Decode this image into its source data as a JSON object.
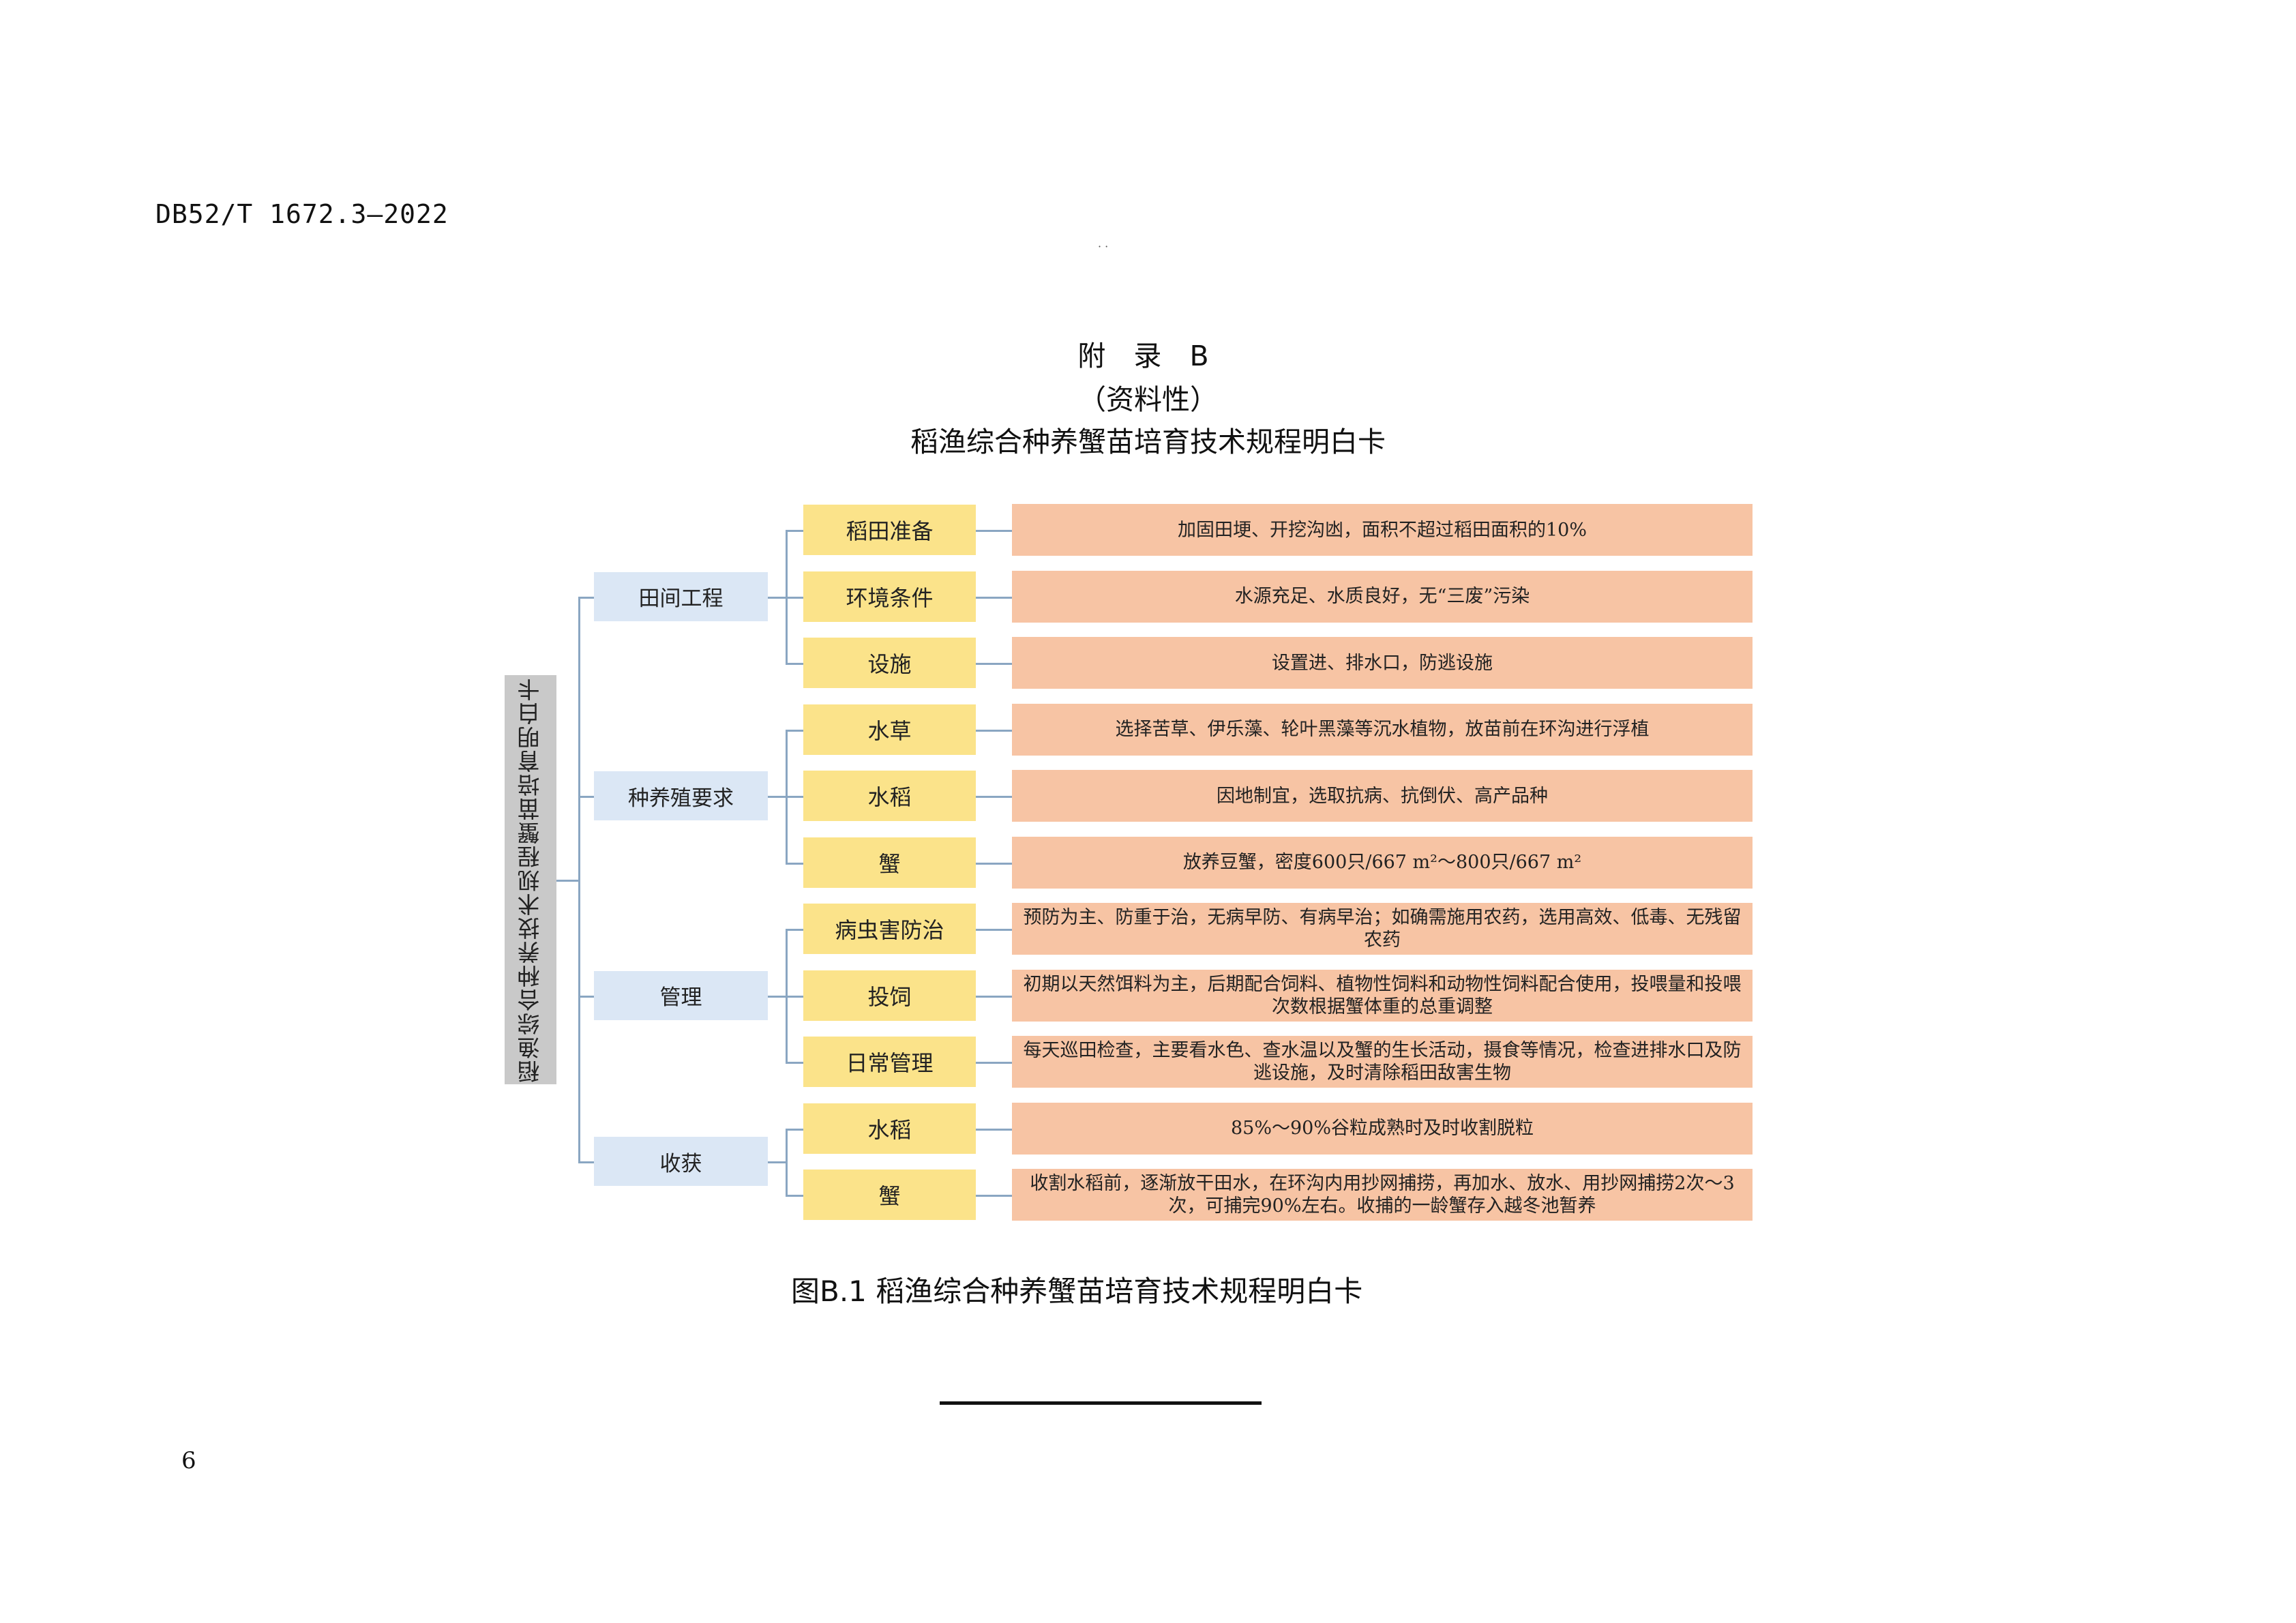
{
  "header": {
    "standard_code": "DB52/T 1672.3—2022",
    "tick_marks": "· ·",
    "annex_title": "附 录 B",
    "annex_nature": "（资料性）",
    "figure_heading": "稻渔综合种养蟹苗培育技术规程明白卡"
  },
  "diagram": {
    "root_label": "稻渔综合种养技术规程蟹苗培育明白卡",
    "categories": [
      {
        "label": "田间工程",
        "items": [
          {
            "label": "稻田准备",
            "desc": "加固田埂、开挖沟凼，面积不超过稻田面积的10%"
          },
          {
            "label": "环境条件",
            "desc": "水源充足、水质良好，无“三废”污染"
          },
          {
            "label": "设施",
            "desc": "设置进、排水口，防逃设施"
          }
        ]
      },
      {
        "label": "种养殖要求",
        "items": [
          {
            "label": "水草",
            "desc": "选择苦草、伊乐藻、轮叶黑藻等沉水植物，放苗前在环沟进行浮植"
          },
          {
            "label": "水稻",
            "desc": "因地制宜，选取抗病、抗倒伏、高产品种"
          },
          {
            "label": "蟹",
            "desc": "放养豆蟹，密度600只/667 m²～800只/667 m²"
          }
        ]
      },
      {
        "label": "管理",
        "items": [
          {
            "label": "病虫害防治",
            "desc": "预防为主、防重于治，无病早防、有病早治；如确需施用农药，选用高效、低毒、无残留农药"
          },
          {
            "label": "投饲",
            "desc": "初期以天然饵料为主，后期配合饲料、植物性饲料和动物性饲料配合使用，投喂量和投喂次数根据蟹体重的总重调整"
          },
          {
            "label": "日常管理",
            "desc": "每天巡田检查，主要看水色、查水温以及蟹的生长活动，摄食等情况，检查进排水口及防逃设施，及时清除稻田敌害生物"
          }
        ]
      },
      {
        "label": "收获",
        "items": [
          {
            "label": "水稻",
            "desc": "85%～90%谷粒成熟时及时收割脱粒"
          },
          {
            "label": "蟹",
            "desc": "收割水稻前，逐渐放干田水，在环沟内用抄网捕捞，再加水、放水、用抄网捕捞2次～3次，可捕完90%左右。收捕的一龄蟹存入越冬池暂养"
          }
        ]
      }
    ]
  },
  "figure_caption": "图B.1 稻渔综合种养蟹苗培育技术规程明白卡",
  "page_number": "6",
  "colors": {
    "root_fill": "#c9c9c9",
    "category_fill": "#dbe7f5",
    "item_fill": "#fbe38a",
    "desc_fill": "#f7c4a4",
    "connector": "#8aa6c2"
  }
}
